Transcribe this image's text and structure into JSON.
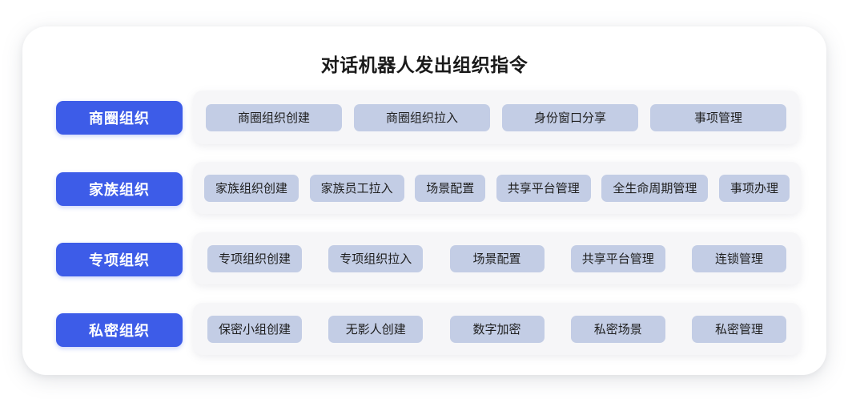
{
  "card": {
    "title": "对话机器人发出组织指令",
    "accent_color": "#3d5ce8",
    "chip_color": "#c3cde5",
    "panel_color": "#f6f6f8"
  },
  "rows": [
    {
      "label": "商圈组织",
      "items": [
        "商圈组织创建",
        "商圈组织拉入",
        "身份窗口分享",
        "事项管理"
      ]
    },
    {
      "label": "家族组织",
      "items": [
        "家族组织创建",
        "家族员工拉入",
        "场景配置",
        "共享平台管理",
        "全生命周期管理",
        "事项办理"
      ]
    },
    {
      "label": "专项组织",
      "items": [
        "专项组织创建",
        "专项组织拉入",
        "场景配置",
        "共享平台管理",
        "连锁管理"
      ]
    },
    {
      "label": "私密组织",
      "items": [
        "保密小组创建",
        "无影人创建",
        "数字加密",
        "私密场景",
        "私密管理"
      ]
    }
  ]
}
